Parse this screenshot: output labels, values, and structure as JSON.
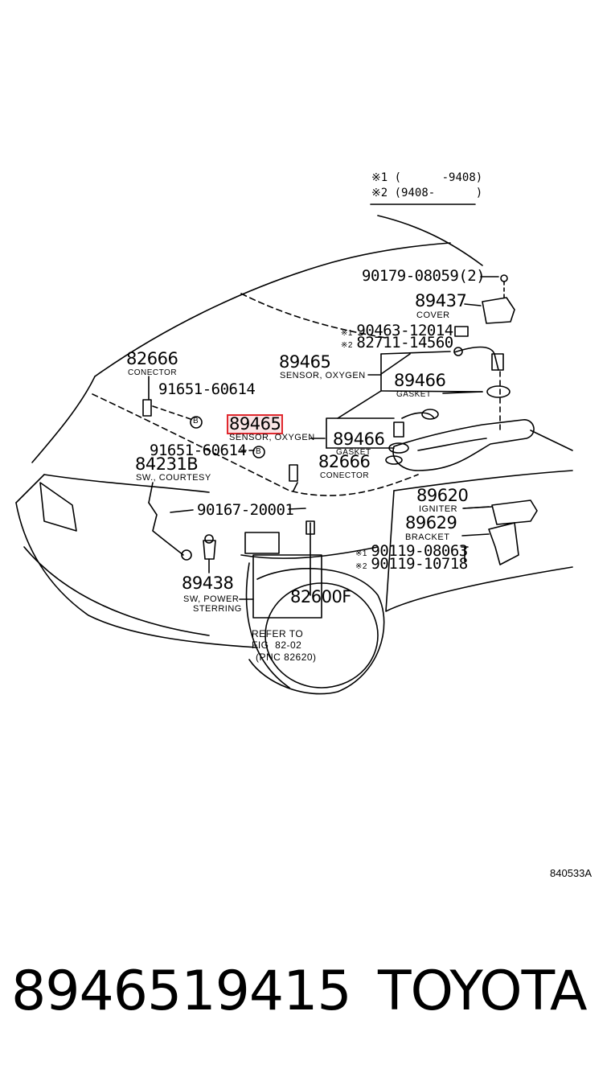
{
  "legend": {
    "row1_mark": "※1",
    "row1_range": "(      -9408)",
    "row2_mark": "※2",
    "row2_range": "(9408-      )"
  },
  "labels": {
    "p90179": "90179-08059(2)",
    "p89437": "89437",
    "p89437_sub": "COVER",
    "p90463_mark": "※1",
    "p90463": "90463-12014",
    "p82711_mark": "※2",
    "p82711": "82711-14560",
    "p82666_top": "82666",
    "p82666_top_sub": "CONECTOR",
    "p89465_upper": "89465",
    "p89465_upper_sub": "SENSOR, OXYGEN",
    "p89466_upper": "89466",
    "p89466_upper_sub": "GASKET",
    "p91651_top": "91651-60614",
    "p89465_highlight": "89465",
    "p89465_lower_sub": "SENSOR, OXYGEN",
    "p89466_lower": "89466",
    "p89466_lower_sub": "GASKET",
    "p91651_mid": "91651-60614",
    "p84231": "84231B",
    "p84231_sub": "SW., COURTESY",
    "p82666_mid": "82666",
    "p82666_mid_sub": "CONECTOR",
    "p90167": "90167-20001",
    "p89620": "89620",
    "p89620_sub": "IGNITER",
    "p89629": "89629",
    "p89629_sub": "BRACKET",
    "p90119a_mark": "※1",
    "p90119a": "90119-08063",
    "p90119b_mark": "※2",
    "p90119b": "90119-10718",
    "p89438": "89438",
    "p89438_sub1": "SW, POWER",
    "p89438_sub2": "STERRING",
    "p82600F": "82600F",
    "refer_line1": "REFER TO",
    "refer_line2": "FIG  82-02",
    "refer_line3": "(PNC 82620)",
    "bolt_mark": "B"
  },
  "ref_code": "840533A",
  "footer": {
    "part_number": "8946519415",
    "brand": "TOYOTA"
  },
  "colors": {
    "highlight": "#e0282e",
    "ink": "#000000"
  }
}
